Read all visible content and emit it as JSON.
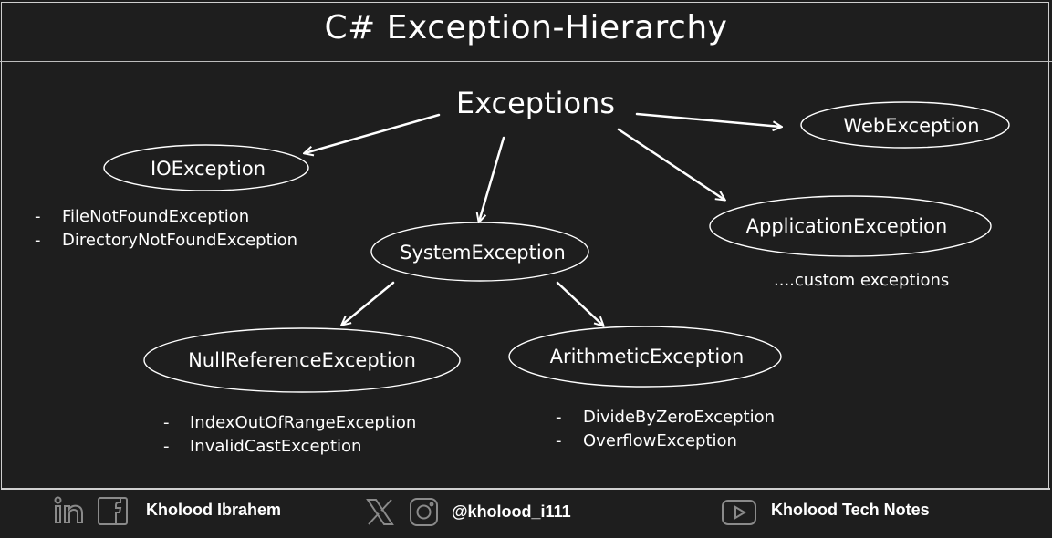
{
  "title": "C# Exception-Hierarchy",
  "diagram": {
    "root": "Exceptions",
    "nodes": {
      "io": "IOException",
      "web": "WebException",
      "system": "SystemException",
      "application": "ApplicationException",
      "null_reference": "NullReferenceException",
      "arithmetic": "ArithmeticException"
    },
    "io_children": [
      "FileNotFoundException",
      "DirectoryNotFoundException"
    ],
    "null_reference_children": [
      "IndexOutOfRangeException",
      "InvalidCastException"
    ],
    "arithmetic_children": [
      "DivideByZeroException",
      "OverflowException"
    ],
    "application_note": "....custom exceptions",
    "bullet": "-"
  },
  "footer": {
    "author": "Kholood Ibrahem",
    "handle": "@kholood_i111",
    "channel": "Kholood Tech Notes",
    "icons": [
      "linkedin-icon",
      "facebook-icon",
      "x-icon",
      "instagram-icon",
      "youtube-icon"
    ]
  },
  "colors": {
    "background": "#1e1e1e",
    "foreground": "#ffffff",
    "footer_icons": "#8a8a8a"
  }
}
